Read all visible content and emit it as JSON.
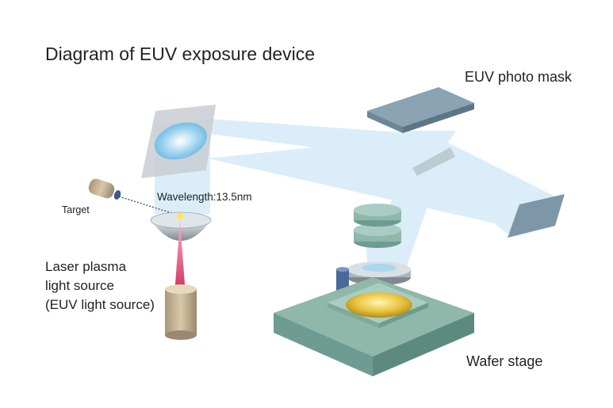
{
  "title": "Diagram of EUV exposure device",
  "labels": {
    "photo_mask": "EUV photo mask",
    "wavelength": "Wavelength:13.5nm",
    "target": "Target",
    "laser_line1": "Laser plasma",
    "laser_line2": "light source",
    "laser_line3": "(EUV light source)",
    "wafer_stage": "Wafer stage"
  },
  "colors": {
    "beam": "#cfe8f6",
    "mirror": "#7d97a8",
    "stage": "#8fb7aa",
    "laser": "#cc2c5a",
    "wafer": "#e8c23e"
  }
}
